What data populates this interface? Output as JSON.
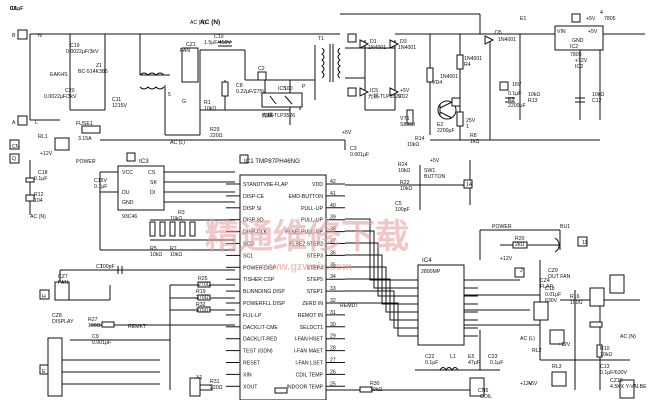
{
  "blocks": {
    "ic1": {
      "name": "IC1 TMP87PH46NG",
      "left_pins": [
        "STANDTV8E-FLAP",
        "DISP-CE",
        "DISP SI",
        "DISP SD",
        "DISP-CLK",
        "SCD",
        "SC1",
        "POWER DISP",
        "TISHER CSP",
        "BLINNDING DISP",
        "POWERFLL DISP",
        "FLIL-LP",
        "DACKLIT-CME",
        "DACKLIT-RED",
        "TEST (GDN)",
        "RESET",
        "XIN",
        "XOUT"
      ],
      "right_pins": [
        "VDD",
        "EMD-BUTTON",
        "PULL-UP",
        "PULL-UP",
        "FLSEI PULL-UP",
        "FLSE2 STEP2",
        "STEP3",
        "STEP4",
        "STEP5",
        "STEP1",
        "ZERD IN",
        "REMOT IN",
        "SELDCT1",
        "I-FAN HSET",
        "I-FAN MAET",
        "I-FAN LSET",
        "CDIL TEMP",
        "INDOOR TEMP"
      ],
      "right_nums": [
        "42",
        "41",
        "40",
        "39",
        "38",
        "37",
        "36",
        "35",
        "34",
        "33",
        "32",
        "31",
        "30",
        "29",
        "28",
        "27",
        "26",
        "25"
      ]
    },
    "ic3": {
      "name": "IC3",
      "part": "93C46",
      "pins": [
        "VCC",
        "CS",
        "DU",
        "DI",
        "SK",
        "GND"
      ]
    },
    "ic4": {
      "name": "IC4",
      "part": "2800MP"
    },
    "ic5": {
      "name": "IC5",
      "part": "光耦-TLP3526"
    },
    "ic2": {
      "name": "IC2",
      "part": "7805",
      "pins": [
        "VIN",
        "GND",
        "+5V"
      ]
    }
  },
  "labels": {
    "top": [
      "AC (N)",
      "C19",
      "0.0022μF/3kV",
      "EAKHS",
      "C20",
      "0.0022μF/3kV",
      "Z1",
      "BC-514K385",
      "C11",
      "1215V",
      "CZ1",
      "FAN",
      "C10",
      "1.5μF/450V",
      "T1",
      "D1",
      "1N4001",
      "D3",
      "1N4001",
      "D5",
      "1N4001",
      "E1",
      "+12V",
      "IC2",
      "7805",
      "+5V",
      "5",
      "G",
      "C8",
      "0.22μF/275V",
      "R1",
      "10kΩ",
      "C2",
      "100",
      "6300",
      "P",
      "IC5",
      "光耦-TLP3526",
      "+5V",
      "VD2",
      "1N4001",
      "VD4",
      "1N4001",
      "R4",
      "10kΩ",
      "R13",
      "10kΩ",
      "C12",
      "0.1μF",
      "E3",
      "2200μF",
      "16V",
      "E2",
      "2200μF",
      "25V",
      "1",
      "VT1",
      "S8050",
      "R14",
      "10kΩ",
      "R8",
      "1kΩ",
      "C3",
      "0.001μF",
      "C5",
      "0.1μF",
      "C4",
      "0.1μF"
    ],
    "left": [
      "B",
      "N",
      "A",
      "L",
      "CN",
      "Q",
      "RL1",
      "FUSE1",
      "3.15A",
      "POWER",
      "+12V",
      "C18",
      "0.1μF",
      "R12",
      "104",
      "AC (N)",
      "AC (L)",
      "R29",
      "220Ω",
      "+5V",
      "C15V",
      "0.1μF",
      "R3",
      "10kΩ",
      "R5",
      "R7",
      "10kΩ",
      "10kΩ",
      "CZ7",
      "FAN",
      "C7",
      "100pF",
      "H",
      "R27",
      "100Ω",
      "REMKT",
      "C9",
      "0.001μF",
      "CZ8",
      "DISPLAY",
      "E",
      "R25",
      "270Ω",
      "R19",
      "270Ω",
      "R32",
      "270Ω",
      "X1",
      "R31",
      "220Ω"
    ],
    "right": [
      "R24",
      "10kΩ",
      "SW1",
      "BUTTON",
      "R22",
      "10kΩ",
      "14",
      "+5V",
      "C5",
      "100pF",
      "POWER",
      "R20",
      "2kΩ",
      "BU1",
      "11",
      "+12V",
      "J",
      "CZ9",
      "OUT FAN",
      "C18",
      "0.01μF",
      "630V",
      "R16",
      "100Ω",
      "CZ4",
      "FLAP",
      "AC (L)",
      "RL2",
      "+12V",
      "R10",
      "10kΩ",
      "C13",
      "0.1μF/630V",
      "CZ10",
      "4.5KX Y-VALBE",
      "REMDT",
      "C22",
      "0.1μF",
      "L1",
      "E5",
      "47μF",
      "C23",
      "0.1μF",
      "CN5",
      "COIL",
      "R30",
      "10kΩ",
      "RL3",
      "AC (N)",
      "4",
      "+12V",
      "+5V"
    ]
  },
  "watermark": {
    "text": "精通维修下载",
    "url": "www.gzweix.com"
  }
}
